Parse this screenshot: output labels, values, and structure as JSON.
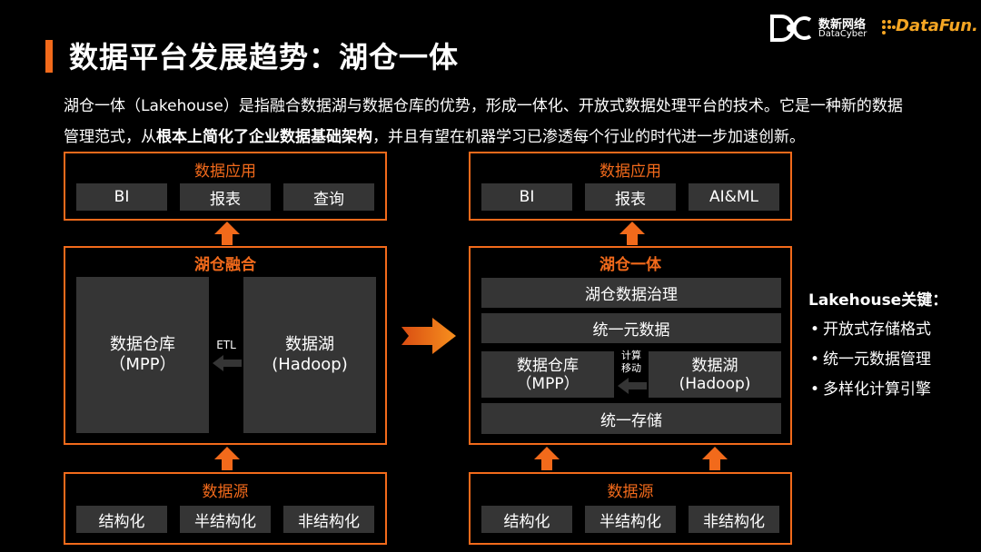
{
  "header": {
    "title": "数据平台发展趋势：湖仓一体",
    "logo_datacyber_cn": "数新网络",
    "logo_datacyber_en": "DataCyber",
    "logo_datafun": "DataFun."
  },
  "description": {
    "part1": "湖仓一体（Lakehouse）是指融合数据湖与数据仓库的优势，形成一体化、开放式数据处理平台的技术。它是一种新的数据管理范式，从",
    "bold": "根本上简化了企业数据基础架构",
    "part2": "，并且有望在机器学习已渗透每个行业的时代进一步加速创新。"
  },
  "left": {
    "app": {
      "title": "数据应用",
      "items": [
        "BI",
        "报表",
        "查询"
      ]
    },
    "fusion": {
      "title": "湖仓融合",
      "warehouse_line1": "数据仓库",
      "warehouse_line2": "（MPP）",
      "etl": "ETL",
      "lake_line1": "数据湖",
      "lake_line2": "(Hadoop)"
    },
    "source": {
      "title": "数据源",
      "items": [
        "结构化",
        "半结构化",
        "非结构化"
      ]
    }
  },
  "right": {
    "app": {
      "title": "数据应用",
      "items": [
        "BI",
        "报表",
        "AI&ML"
      ]
    },
    "unified": {
      "title": "湖仓一体",
      "governance": "湖仓数据治理",
      "metadata": "统一元数据",
      "warehouse_line1": "数据仓库",
      "warehouse_line2": "（MPP）",
      "compute_line1": "计算",
      "compute_line2": "移动",
      "lake_line1": "数据湖",
      "lake_line2": "(Hadoop)",
      "storage": "统一存储"
    },
    "source": {
      "title": "数据源",
      "items": [
        "结构化",
        "半结构化",
        "非结构化"
      ]
    }
  },
  "keys": {
    "title": "Lakehouse关键：",
    "items": [
      "开放式存储格式",
      "统一元数据管理",
      "多样化计算引擎"
    ]
  },
  "colors": {
    "accent": "#f26a1b",
    "cell_bg": "#353535",
    "background": "#000000"
  }
}
